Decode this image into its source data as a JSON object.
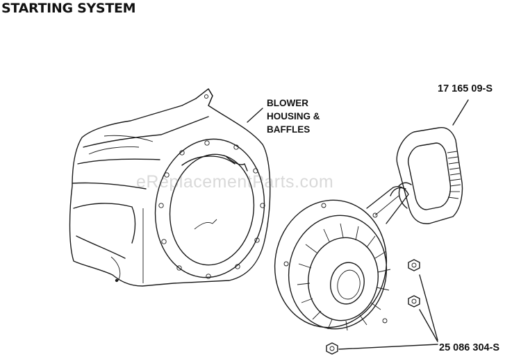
{
  "title": "STARTING SYSTEM",
  "callouts": {
    "blower": [
      "BLOWER",
      "HOUSING &",
      "BAFFLES"
    ],
    "handle_part": "17 165 09-S",
    "nut_part": "25 086 304-S"
  },
  "watermark": "eReplacementParts.com"
}
